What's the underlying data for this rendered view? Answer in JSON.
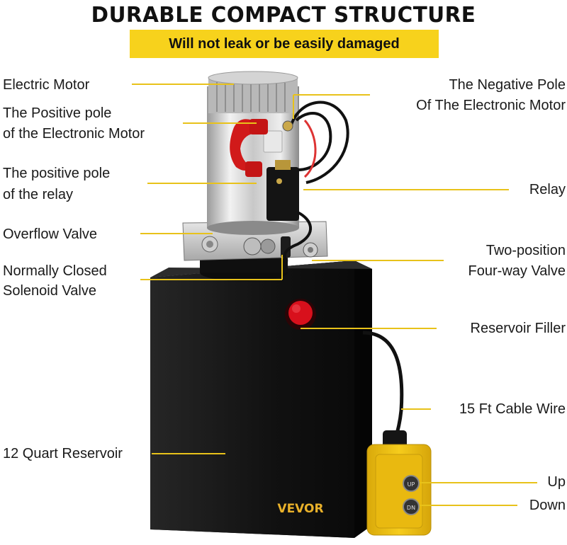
{
  "header": {
    "title": "DURABLE COMPACT STRUCTURE",
    "subtitle": "Will not leak or be easily damaged"
  },
  "labels": {
    "electric_motor": "Electric Motor",
    "positive_pole_motor_1": "The Positive pole",
    "positive_pole_motor_2": "of the Electronic Motor",
    "positive_pole_relay_1": "The positive pole",
    "positive_pole_relay_2": "of the relay",
    "overflow_valve": "Overflow Valve",
    "solenoid_valve_1": "Normally Closed",
    "solenoid_valve_2": "Solenoid Valve",
    "reservoir": "12 Quart Reservoir",
    "negative_pole_1": "The Negative Pole",
    "negative_pole_2": "Of The Electronic Motor",
    "relay": "Relay",
    "four_way_valve_1": "Two-position",
    "four_way_valve_2": "Four-way Valve",
    "reservoir_filler": "Reservoir Filler",
    "cable_wire": "15 Ft Cable Wire",
    "up": "Up",
    "down": "Down"
  },
  "product": {
    "brand": "VEVOR",
    "remote_up": "UP",
    "remote_down": "DN"
  },
  "colors": {
    "accent_yellow": "#f7d21c",
    "leader_line": "#e8c21a",
    "tank": "#141414",
    "filler_cap": "#d8101c",
    "remote": "#f2c40f"
  }
}
